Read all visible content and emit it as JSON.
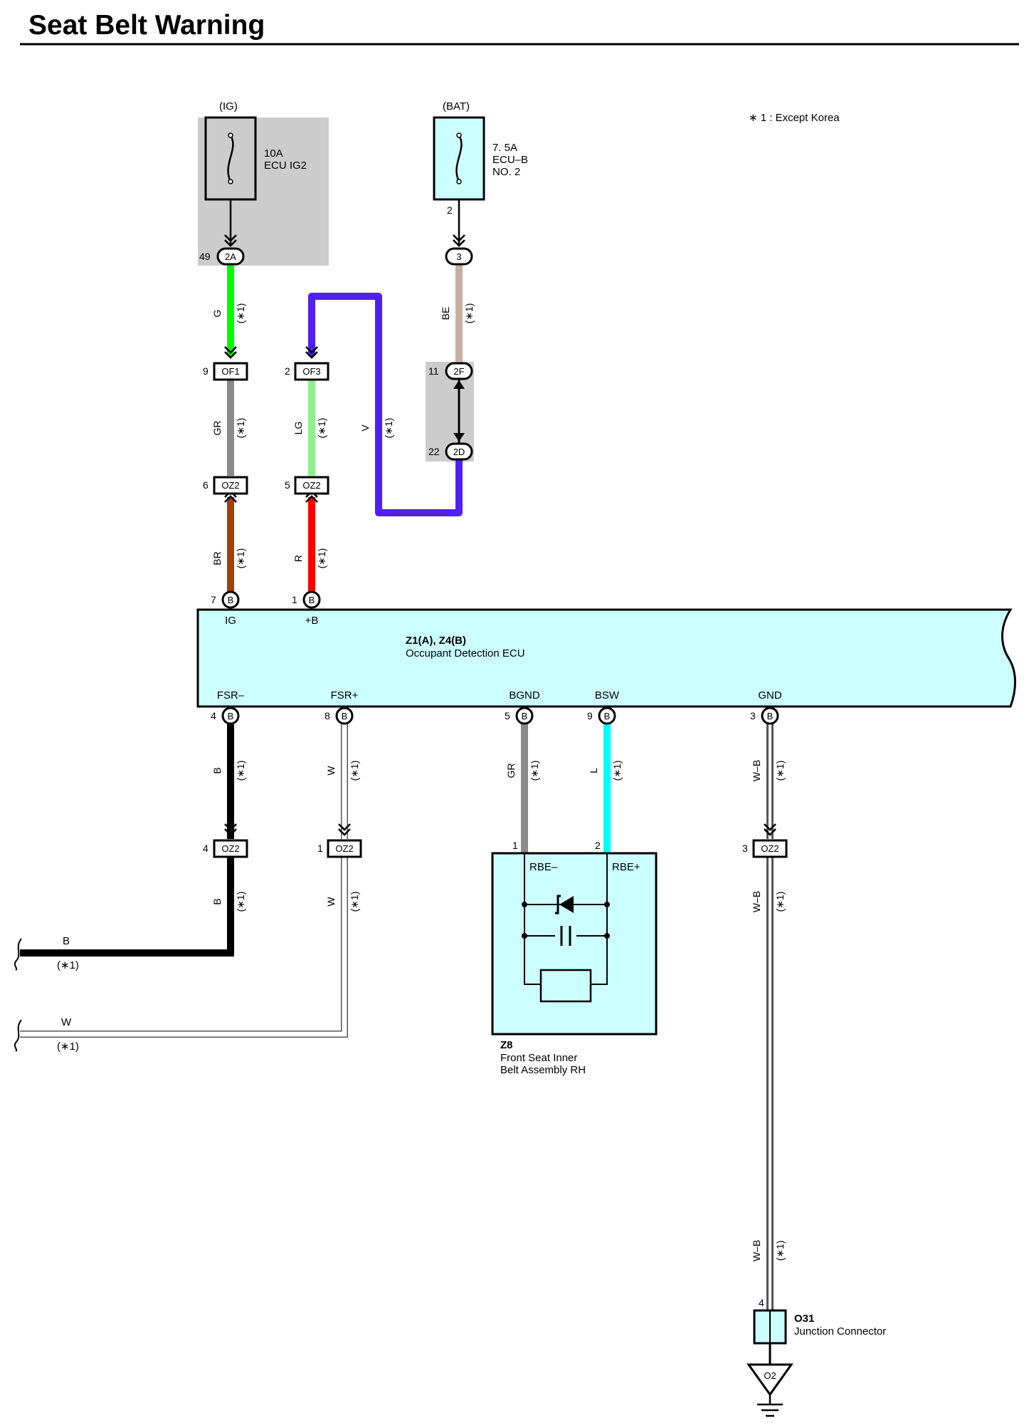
{
  "page": {
    "title": "Seat Belt Warning"
  },
  "note": "∗ 1 : Except Korea",
  "colors": {
    "G": "#00ff00",
    "GR": "#8c8c8c",
    "BR": "#a0400a",
    "LG": "#90f090",
    "R": "#ff0000",
    "V": "#5020f0",
    "BE": "#c8b0a0",
    "B": "#000000",
    "W": "#ffffff",
    "L": "#00ffff",
    "WB": "#ffffff",
    "ecu_fill": "#ccffff",
    "fuse_ig_fill": "#cccccc",
    "fuse_bat_fill": "#ccffff",
    "junction_fill": "#cccccc"
  },
  "fuses": {
    "ig": {
      "source": "(IG)",
      "rating": "10A",
      "name": "ECU IG2"
    },
    "bat": {
      "source": "(BAT)",
      "rating": "7. 5A",
      "name1": "ECU–B",
      "name2": "NO. 2",
      "pin": "2"
    }
  },
  "connectors": {
    "c2a": {
      "label": "2A",
      "pin": "49"
    },
    "c3": {
      "label": "3"
    },
    "of1": {
      "label": "OF1",
      "pin": "9"
    },
    "of3": {
      "label": "OF3",
      "pin": "2"
    },
    "c2f": {
      "label": "2F",
      "pin": "11"
    },
    "c2d": {
      "label": "2D",
      "pin": "22"
    },
    "oz2a": {
      "label": "OZ2",
      "pin": "6"
    },
    "oz2b": {
      "label": "OZ2",
      "pin": "5"
    },
    "oz2c": {
      "label": "OZ2",
      "pin": "4"
    },
    "oz2d": {
      "label": "OZ2",
      "pin": "1"
    },
    "oz2e": {
      "label": "OZ2",
      "pin": "3"
    }
  },
  "wire_labels": {
    "g": "G",
    "gr": "GR",
    "br": "BR",
    "lg": "LG",
    "r": "R",
    "v": "V",
    "be": "BE",
    "b": "B",
    "w": "W",
    "gr2": "GR",
    "l": "L",
    "wb": "W–B",
    "mark": "(∗1)"
  },
  "ecu": {
    "code": "Z1(A), Z4(B)",
    "name": "Occupant Detection ECU",
    "top_pins": [
      {
        "num": "7",
        "conn": "B",
        "name": "IG"
      },
      {
        "num": "1",
        "conn": "B",
        "name": "+B"
      }
    ],
    "bottom_pins": [
      {
        "num": "4",
        "conn": "B",
        "name": "FSR–"
      },
      {
        "num": "8",
        "conn": "B",
        "name": "FSR+"
      },
      {
        "num": "5",
        "conn": "B",
        "name": "BGND"
      },
      {
        "num": "9",
        "conn": "B",
        "name": "BSW"
      },
      {
        "num": "3",
        "conn": "B",
        "name": "GND"
      }
    ]
  },
  "belt": {
    "code": "Z8",
    "name1": "Front Seat Inner",
    "name2": "Belt Assembly RH",
    "pin1": "1",
    "pin2": "2",
    "term1": "RBE–",
    "term2": "RBE+"
  },
  "offpage": {
    "b_label": "B",
    "w_label": "W",
    "mark": "(∗1)"
  },
  "junction": {
    "code": "O31",
    "name": "Junction Connector",
    "pin": "4"
  },
  "ground": {
    "label": "O2"
  }
}
